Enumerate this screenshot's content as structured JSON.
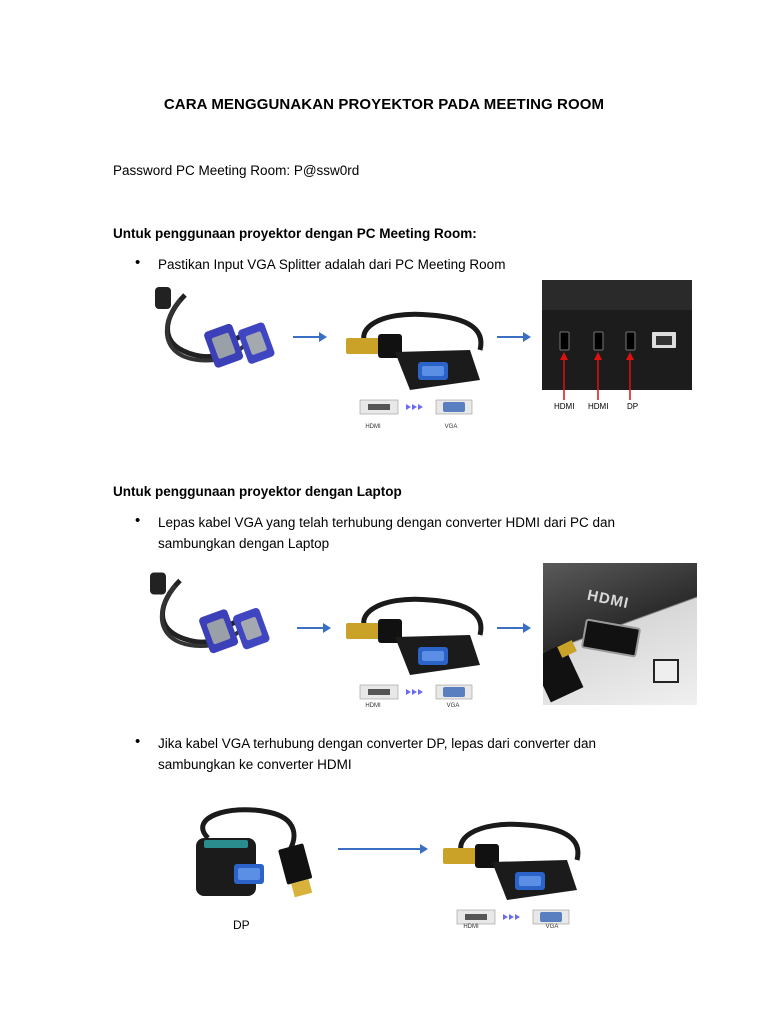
{
  "doc": {
    "title": "CARA MENGGUNAKAN PROYEKTOR PADA MEETING ROOM",
    "password_line": "Password PC Meeting Room: P@ssw0rd",
    "section1": {
      "heading": "Untuk penggunaan proyektor dengan PC Meeting Room:",
      "bullet": "Pastikan Input VGA Splitter adalah dari PC Meeting Room",
      "port_labels": [
        "HDMI",
        "HDMI",
        "DP"
      ],
      "adapter_labels": [
        "HDMI",
        "VGA"
      ]
    },
    "section2": {
      "heading": "Untuk penggunaan proyektor dengan Laptop",
      "bullet1": "Lepas kabel VGA yang telah terhubung dengan converter HDMI dari PC dan sambungkan dengan Laptop",
      "adapter_labels": [
        "HDMI",
        "VGA"
      ],
      "laptop_port_label": "HDMI",
      "bullet2": "Jika kabel VGA terhubung dengan converter DP, lepas dari converter dan sambungkan ke converter HDMI",
      "dp_label": "DP",
      "adapter2_labels": [
        "HDMI",
        "VGA"
      ]
    }
  }
}
